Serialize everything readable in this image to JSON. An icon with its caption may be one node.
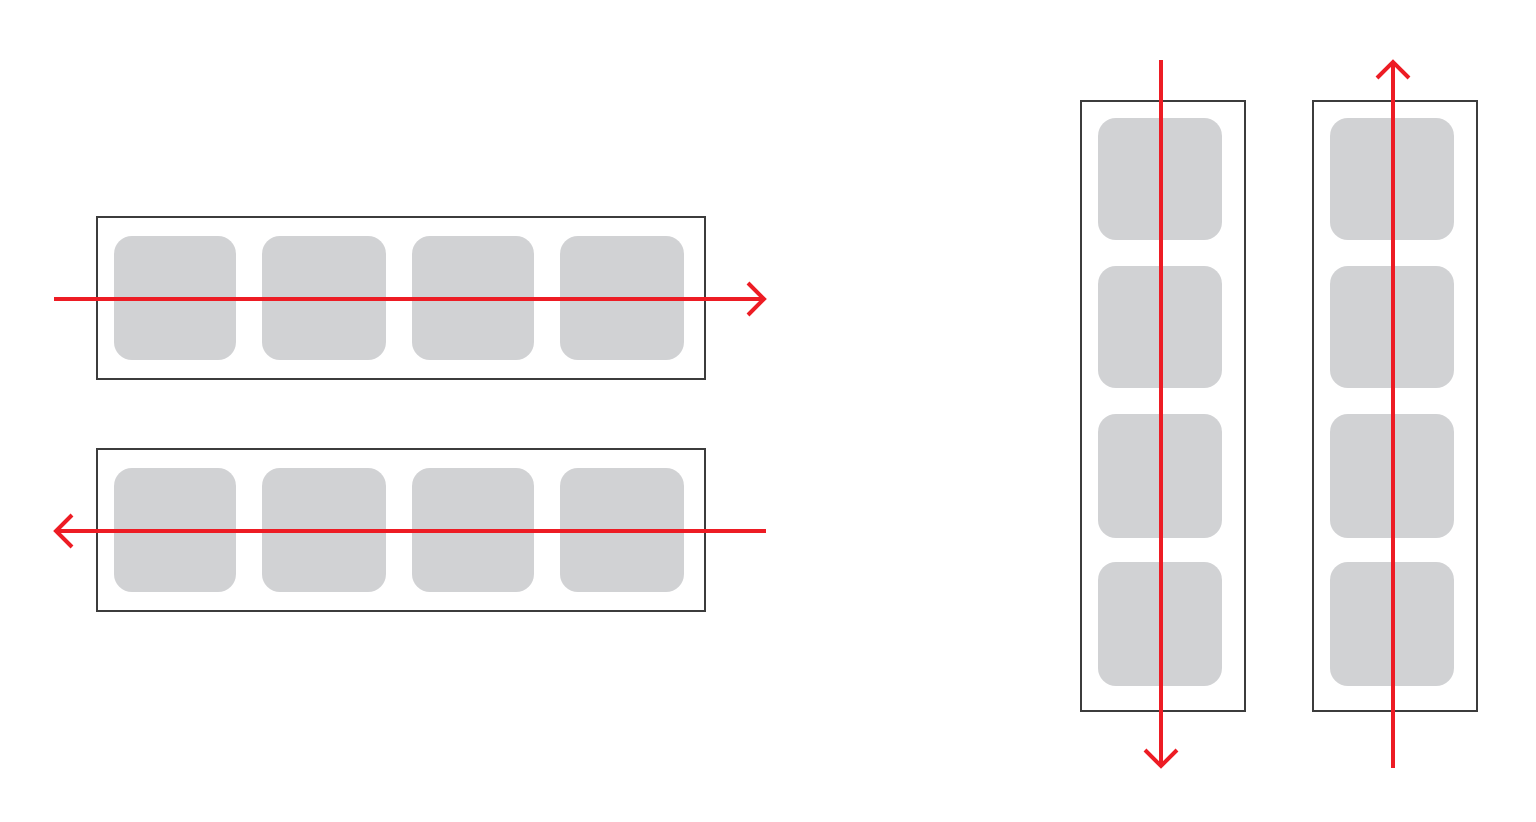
{
  "diagram": {
    "nodes": [
      {
        "text": [],
        "shape": "box"
      },
      {
        "text": [],
        "shape": "box",
        "in": 0
      },
      {
        "text": [],
        "shape": "box",
        "in": 0
      },
      {
        "text": [],
        "shape": "box",
        "in": 0
      },
      {
        "text": [],
        "shape": "box",
        "in": 0
      },
      {
        "text": [],
        "shape": "box"
      },
      {
        "text": [],
        "shape": "box",
        "in": 5
      },
      {
        "text": [],
        "shape": "box",
        "in": 5
      },
      {
        "text": [],
        "shape": "box",
        "in": 5
      },
      {
        "text": [],
        "shape": "box",
        "in": 5
      },
      {
        "text": [],
        "shape": "box"
      },
      {
        "text": [],
        "shape": "box",
        "in": 10
      },
      {
        "text": [],
        "shape": "box",
        "in": 10
      },
      {
        "text": [],
        "shape": "box",
        "in": 10
      },
      {
        "text": [],
        "shape": "box",
        "in": 10
      },
      {
        "text": [],
        "shape": "box"
      },
      {
        "text": [],
        "shape": "box",
        "in": 15
      },
      {
        "text": [],
        "shape": "box",
        "in": 15
      },
      {
        "text": [],
        "shape": "box",
        "in": 15
      },
      {
        "text": [],
        "shape": "box",
        "in": 15
      }
    ]
  }
}
